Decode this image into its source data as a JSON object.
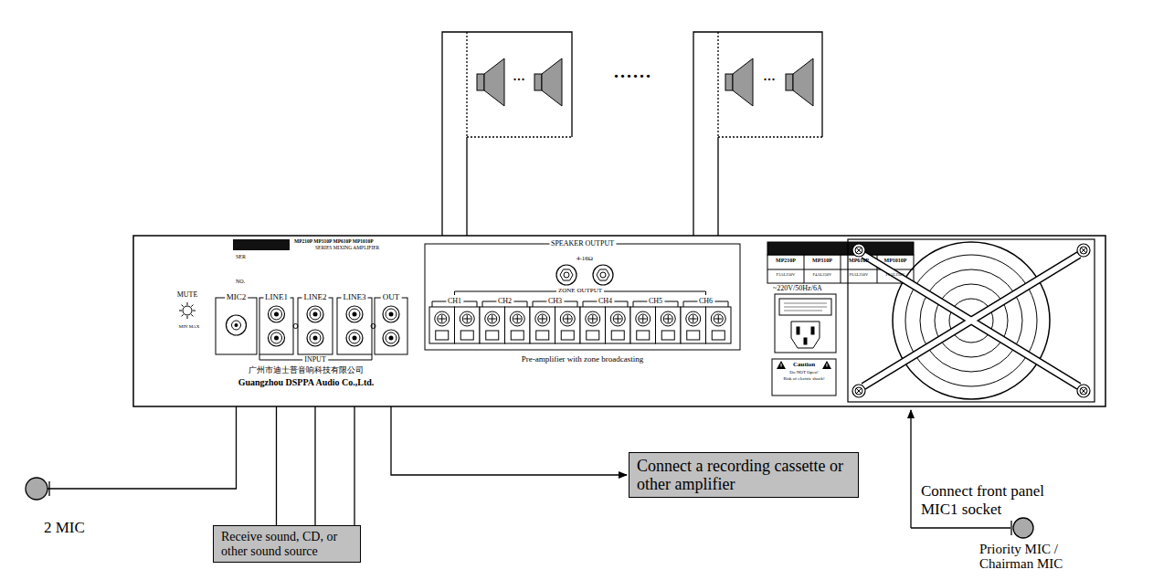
{
  "diagram": {
    "nodes": [
      {
        "text": [
          "Receive sound, CD, or other sound source"
        ]
      },
      {
        "text": [
          "Connect a recording cassette or other amplifier"
        ]
      }
    ],
    "labels": [
      "MP210P MP310P MP610P MP1010P",
      "SERIES MIXING AMPLIFIER",
      "SER",
      "NO.",
      "MUTE",
      "MIN MAX",
      "MIC2",
      "LINE1",
      "LINE2",
      "LINE3",
      "OUT",
      "INPUT",
      "广州市迪士普音响科技有限公司",
      "Guangzhou DSPPA Audio Co.,Ltd.",
      "SPEAKER OUTPUT",
      "4-16Ω",
      "ZONE OUTPUT",
      "CH1",
      "CH2",
      "CH3",
      "CH4",
      "CH5",
      "CH6",
      "Pre-amplifier with zone broadcasting",
      "MP210P",
      "MP310P",
      "MP610P",
      "MP1010P",
      "F3AL250V",
      "F4AL250V",
      "F6AL250V",
      "F8AL250V",
      "~220V/50Hz/6A",
      "Caution",
      "Do NOT Open!",
      "Risk of electric shock!",
      "......",
      "...",
      "...",
      "2 MIC",
      "Connect front panel MIC1 socket",
      "Priority MIC / Chairman MIC"
    ]
  }
}
